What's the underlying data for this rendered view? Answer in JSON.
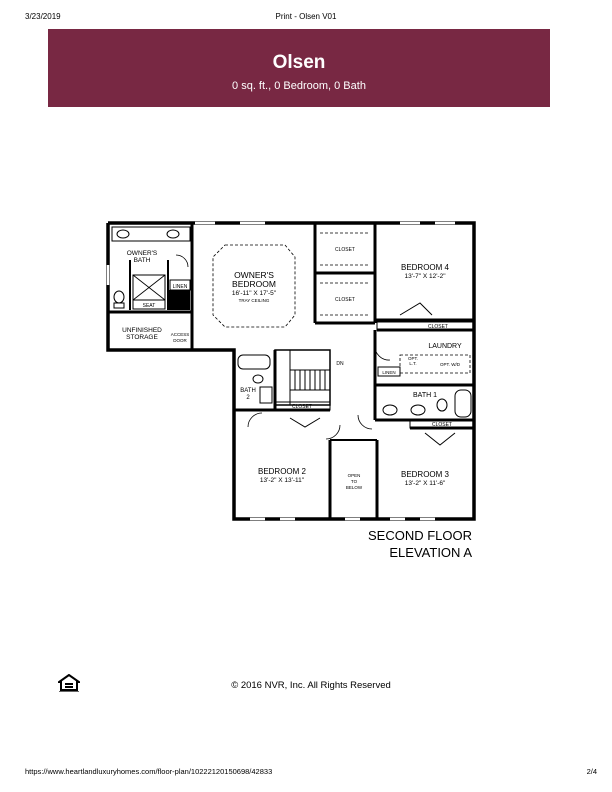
{
  "print_header": {
    "date": "3/23/2019",
    "title": "Print - Olsen V01"
  },
  "banner": {
    "name": "Olsen",
    "stats": "0 sq. ft., 0 Bedroom, 0 Bath",
    "background": "#782843"
  },
  "floor_plan": {
    "rooms": {
      "owners_bath": [
        "OWNER'S",
        "BATH"
      ],
      "linen_1": "LINEN",
      "seat": "SEAT",
      "owners_bedroom": {
        "name": [
          "OWNER'S",
          "BEDROOM"
        ],
        "size": "16'-11\" X 17'-5\"",
        "note": "TRAY CEILING"
      },
      "unfinished_storage": [
        "UNFINISHED",
        "STORAGE"
      ],
      "access_door": [
        "ACCESS",
        "DOOR"
      ],
      "closet_1": "CLOSET",
      "closet_2": "CLOSET",
      "bedroom_4": {
        "name": "BEDROOM 4",
        "size": "13'-7\" X 12'-2\""
      },
      "closet_b4": "CLOSET",
      "laundry": "LAUNDRY",
      "opt_lt": [
        "OPT.",
        "L.T."
      ],
      "opt_wd": "OPT. W/D",
      "linen_2": "LINEN",
      "stair_dn": "DN",
      "bath_2": [
        "BATH",
        "2"
      ],
      "closet_hall": "CLOSET",
      "bath_1": "BATH 1",
      "closet_b3": "CLOSET",
      "bedroom_2": {
        "name": "BEDROOM 2",
        "size": "13'-2\" X 13'-11\""
      },
      "open_to_below": [
        "OPEN",
        "TO",
        "BELOW"
      ],
      "bedroom_3": {
        "name": "BEDROOM 3",
        "size": "13'-2\" X 11'-6\""
      }
    },
    "caption": [
      "SECOND FLOOR",
      "ELEVATION A"
    ]
  },
  "footer": {
    "equal_housing_icon": "equal-housing-opportunity-icon",
    "copyright": "© 2016 NVR, Inc. All Rights Reserved"
  },
  "print_footer": {
    "url": "https://www.heartlandluxuryhomes.com/floor-plan/10222120150698/42833",
    "page": "2/4"
  }
}
